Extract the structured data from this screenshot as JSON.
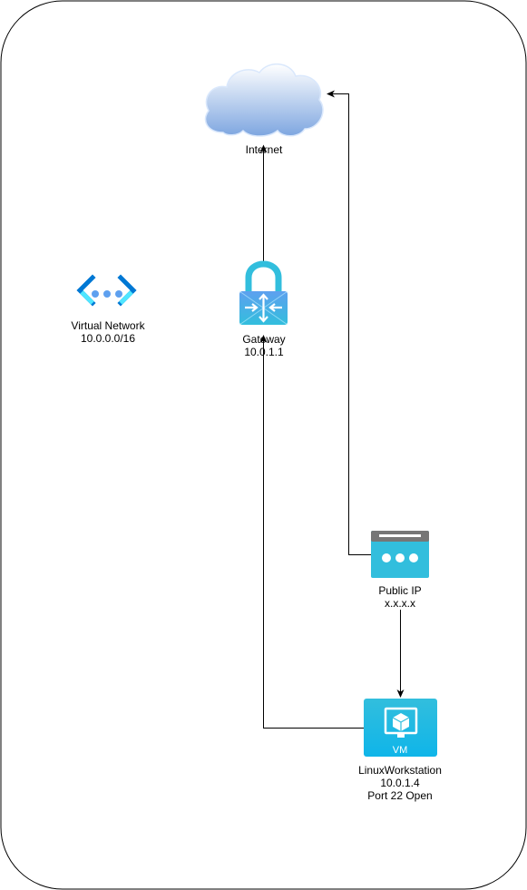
{
  "nodes": {
    "internet": {
      "label": "Internet",
      "icon": "cloud-icon"
    },
    "vnet": {
      "label": "Virtual Network",
      "cidr": "10.0.0.0/16",
      "icon": "virtual-network-icon"
    },
    "gateway": {
      "label": "Gateway",
      "ip": "10.0.1.1",
      "icon": "vpn-gateway-icon"
    },
    "public_ip": {
      "label": "Public IP",
      "ip": "x.x.x.x",
      "icon": "public-ip-icon"
    },
    "vm": {
      "label": "LinuxWorkstation",
      "ip": "10.0.1.4",
      "note": "Port 22 Open",
      "badge": "VM",
      "icon": "virtual-machine-icon"
    }
  },
  "edges": [
    {
      "from": "gateway",
      "to": "internet"
    },
    {
      "from": "public_ip",
      "to": "internet"
    },
    {
      "from": "public_ip",
      "to": "vm"
    },
    {
      "from": "vm",
      "to": "gateway"
    }
  ],
  "colors": {
    "azure_blue": "#32bedd",
    "azure_dark": "#0078d4",
    "cloud_light": "#dae8fc",
    "cloud_dark": "#7ea6e0",
    "frame": "#000000"
  }
}
